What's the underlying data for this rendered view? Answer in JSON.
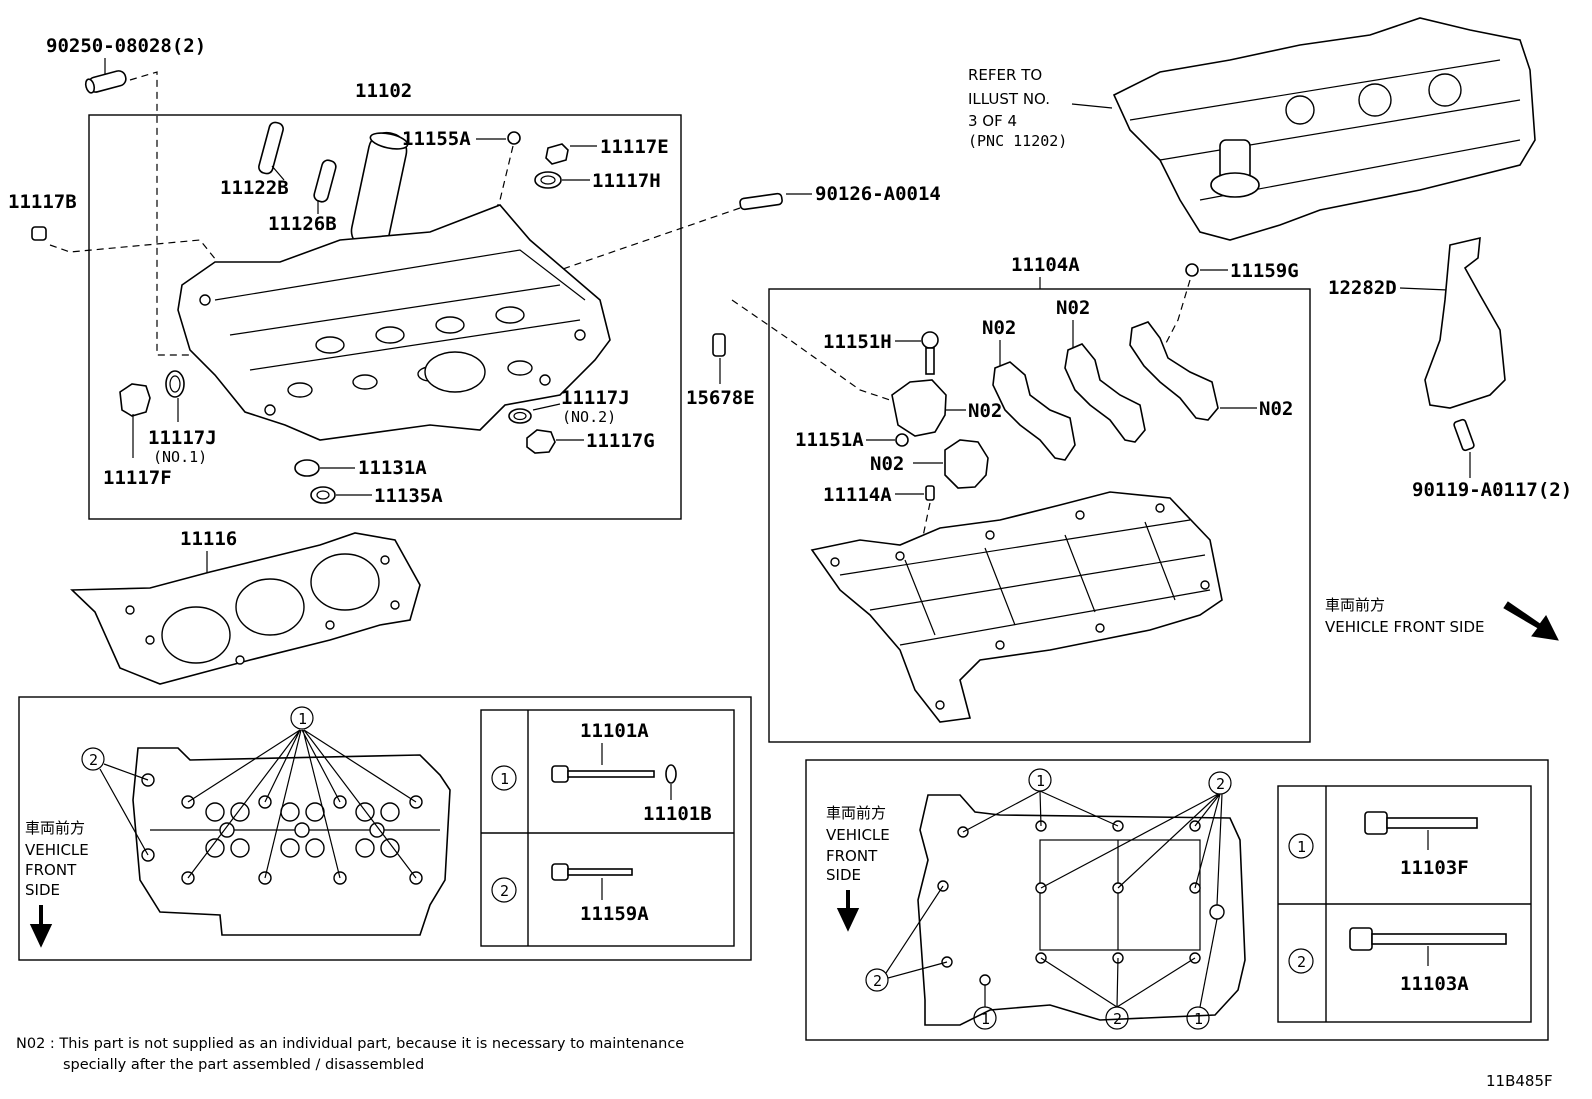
{
  "diagram_code": "11B485F",
  "note": {
    "line1": "N02 : This part is not supplied as an individual part, because it is necessary to maintenance",
    "line2": "specially after the part assembled / disassembled"
  },
  "refer": {
    "line1": "REFER TO",
    "line2": "ILLUST NO.",
    "line3": "3 OF 4",
    "line4": "(PNC 11202)"
  },
  "direction": {
    "jp": "車両前方",
    "en_inline": "VEHICLE FRONT SIDE",
    "en_line1": "VEHICLE",
    "en_line2": "FRONT",
    "en_line3": "SIDE"
  },
  "circle_refs": {
    "one": "1",
    "two": "2"
  },
  "parts": {
    "p90250": "90250-08028(2)",
    "p11102": "11102",
    "p11155A": "11155A",
    "p11117E": "11117E",
    "p11117H": "11117H",
    "p11117B": "11117B",
    "p11122B": "11122B",
    "p11126B": "11126B",
    "p90126": "90126-A0014",
    "p11117J2": "11117J",
    "p11117J2sub": "(NO.2)",
    "p11117G": "11117G",
    "p11117J1": "11117J",
    "p11117J1sub": "(NO.1)",
    "p11117F": "11117F",
    "p11131A": "11131A",
    "p11135A": "11135A",
    "p11116": "11116",
    "p11104A": "11104A",
    "p11159G": "11159G",
    "p12282D": "12282D",
    "p90119": "90119-A0117(2)",
    "p15678E": "15678E",
    "p11151H": "11151H",
    "p11151A": "11151A",
    "p11114A": "11114A",
    "n02": "N02",
    "p11101A": "11101A",
    "p11101B": "11101B",
    "p11159A": "11159A",
    "p11103F": "11103F",
    "p11103A": "11103A"
  }
}
